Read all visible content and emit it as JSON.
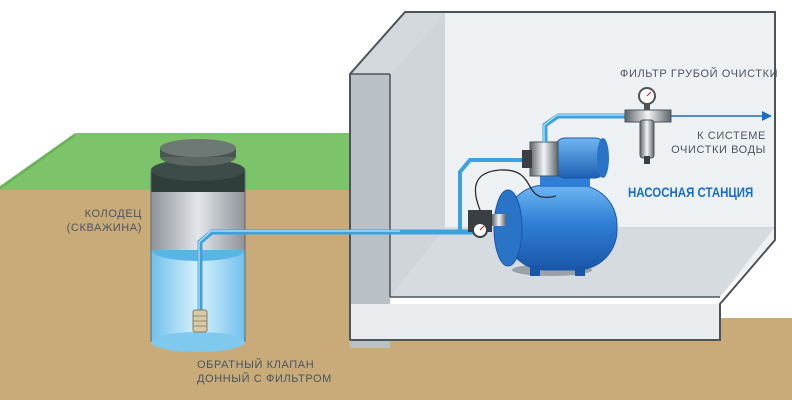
{
  "labels": {
    "well_line1": "КОЛОДЕЦ",
    "well_line2": "(СКВАЖИНА)",
    "filter": "ФИЛЬТР ГРУБОЙ ОЧИСТКИ",
    "to_system_line1": "К СИСТЕМЕ",
    "to_system_line2": "ОЧИСТКИ ВОДЫ",
    "pump_station": "НАСОСНАЯ СТАНЦИЯ",
    "valve_line1": "ОБРАТНЫЙ КЛАПАН",
    "valve_line2": "ДОННЫЙ С ФИЛЬТРОМ"
  },
  "colors": {
    "grass": "#7cc36a",
    "soil": "#c8ab78",
    "wall": "#b9c0c6",
    "wall_dark": "#8f979f",
    "floor": "#e8ecef",
    "water": "#7fc8ee",
    "pipe": "#3ca2dd",
    "tank": "#2f7fd6",
    "accent_text": "#1a6ec2"
  }
}
